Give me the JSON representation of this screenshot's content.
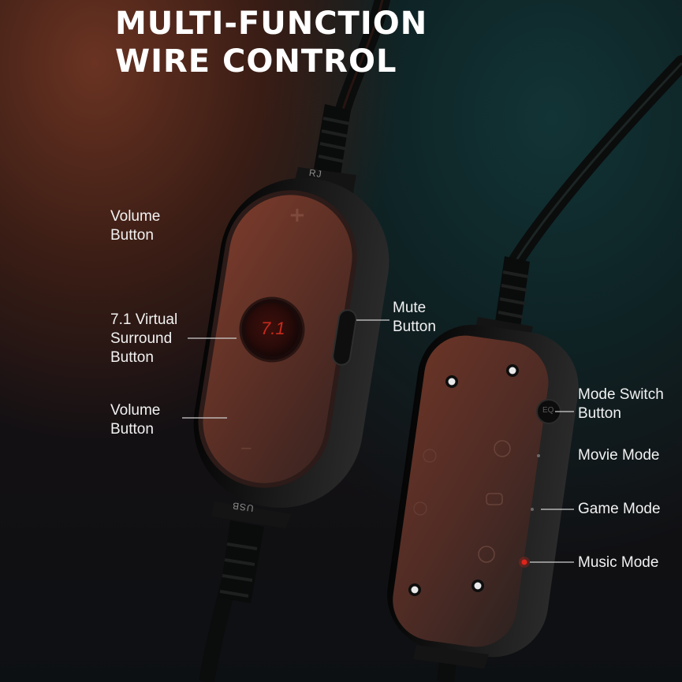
{
  "title": {
    "line1": "MULTI-FUNCTION",
    "line2": "WIRE CONTROL"
  },
  "controller_upper": {
    "top_connector_text": "RJ",
    "bottom_connector_text": "USB",
    "surround_display_text": "7.1",
    "plus_symbol": "+",
    "minus_symbol": "−"
  },
  "controller_lower": {
    "mode_button_text": "EQ"
  },
  "callouts": {
    "volume_up": "Volume\nButton",
    "surround": "7.1 Virtual\nSurround\nButton",
    "volume_down": "Volume\nButton",
    "mute": "Mute\nButton",
    "mode_switch": "Mode Switch\nButton",
    "movie_mode": "Movie Mode",
    "game_mode": "Game Mode",
    "music_mode": "Music Mode"
  },
  "colors": {
    "background_warm": "#5a2c1e",
    "background_cool": "#123436",
    "shell": "#151414",
    "panel": "#5b2f25",
    "display_red": "#c72a1d",
    "led_red": "#e0241a",
    "text": "#f2f2f2"
  }
}
